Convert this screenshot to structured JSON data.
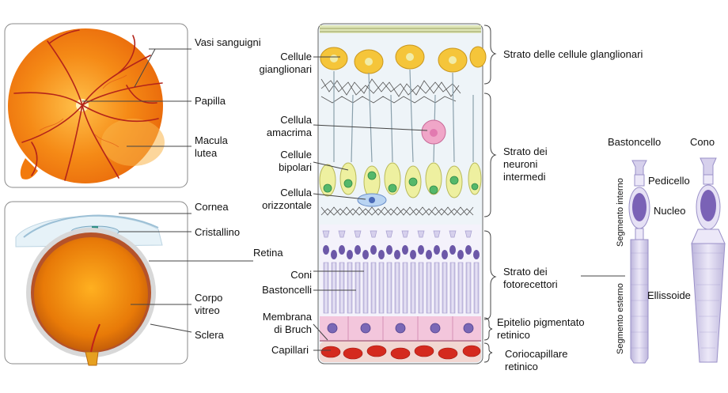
{
  "colors": {
    "fundus_orange": "#f27a0c",
    "vessel_red": "#c0221a",
    "ganglion_yellow": "#f5c53a",
    "bipolar_yellow": "#eef0a0",
    "nucleus_green": "#55b86a",
    "amacrine_pink": "#f0a6c8",
    "photoreceptor_lilac": "#d6d0ec",
    "nucleus_purple": "#6c58a8",
    "epithelium_pink": "#f3c6dc",
    "capillary_red": "#d42a1e",
    "sclera_gray": "#cfcfcf",
    "leader_gray": "#444444"
  },
  "labels": {
    "fundus": {
      "vessels": "Vasi sanguigni",
      "papilla": "Papilla",
      "macula_line1": "Macula",
      "macula_line2": "lutea"
    },
    "eye": {
      "cornea": "Cornea",
      "lens": "Cristallino",
      "retina": "Retina",
      "vitreous_line1": "Corpo",
      "vitreous_line2": "vitreo",
      "sclera": "Sclera"
    },
    "cells": {
      "ganglion_line1": "Cellule",
      "ganglion_line2": "gianglionari",
      "amacrine_line1": "Cellula",
      "amacrine_line2": "amacrima",
      "bipolar_line1": "Cellule",
      "bipolar_line2": "bipolari",
      "horizontal_line1": "Cellula",
      "horizontal_line2": "orizzontale",
      "cones": "Coni",
      "rods": "Bastoncelli",
      "bruch_line1": "Membrana",
      "bruch_line2": "di Bruch",
      "capillaries": "Capillari"
    },
    "layers": {
      "ganglion_layer": "Strato delle cellule glanglionari",
      "intermediate_line1": "Strato dei",
      "intermediate_line2": "neuroni",
      "intermediate_line3": "intermedi",
      "photoreceptor_line1": "Strato dei",
      "photoreceptor_line2": "fotorecettori",
      "pigment_line1": "Epitelio pigmentato",
      "pigment_line2": "retinico",
      "chorio_line1": "Coriocapillare",
      "chorio_line2": "retinico"
    },
    "receptors": {
      "rod": "Bastoncello",
      "cone": "Cono",
      "pedicle": "Pedicello",
      "nucleus": "Nucleo",
      "ellipsoid": "Ellissoide",
      "inner_segment": "Segmento interno",
      "outer_segment": "Segmento esterno"
    }
  }
}
